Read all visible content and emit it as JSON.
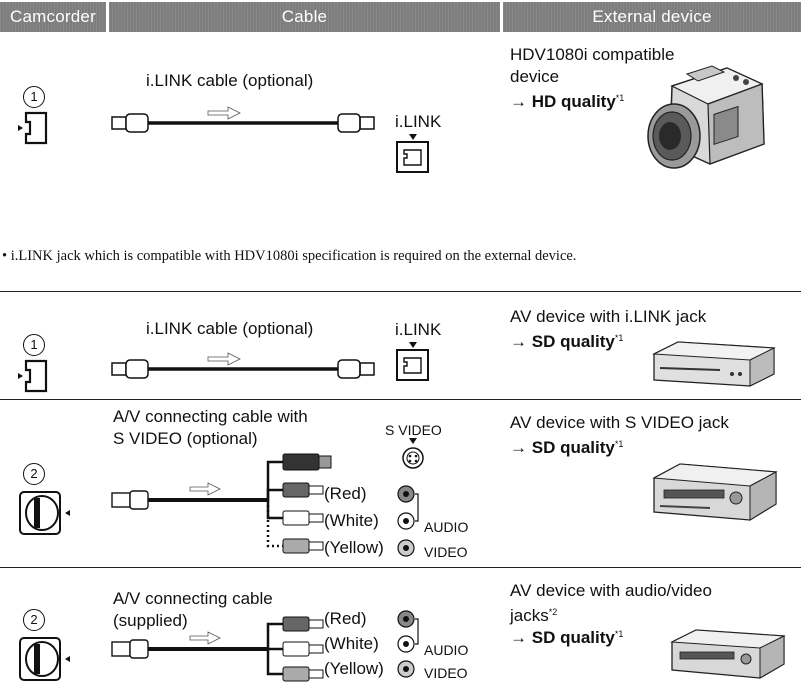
{
  "header": {
    "camcorder": "Camcorder",
    "cable": "Cable",
    "external_device": "External device"
  },
  "row1": {
    "marker": "1",
    "cable_label": "i.LINK cable (optional)",
    "jack_label": "i.LINK",
    "device_line1": "HDV1080i compatible",
    "device_line2": "device",
    "arrow": "→",
    "quality": "HD quality",
    "quality_note": "*1",
    "footnote": "• i.LINK jack which is compatible with HDV1080i specification is required on the external device."
  },
  "row2": {
    "marker": "1",
    "cable_label": "i.LINK cable (optional)",
    "jack_label": "i.LINK",
    "device_line1": "AV device with i.LINK jack",
    "arrow": "→",
    "quality": "SD quality",
    "quality_note": "*1"
  },
  "row3": {
    "marker": "2",
    "cable_line1": "A/V connecting cable with",
    "cable_line2": "S VIDEO (optional)",
    "svideo_label": "S VIDEO",
    "plug_red": "(Red)",
    "plug_white": "(White)",
    "plug_yellow": "(Yellow)",
    "audio_label": "AUDIO",
    "video_label": "VIDEO",
    "device_line1": "AV device with S VIDEO jack",
    "arrow": "→",
    "quality": "SD quality",
    "quality_note": "*1"
  },
  "row4": {
    "marker": "2",
    "cable_line1": "A/V connecting cable",
    "cable_line2": "(supplied)",
    "plug_red": "(Red)",
    "plug_white": "(White)",
    "plug_yellow": "(Yellow)",
    "audio_label": "AUDIO",
    "video_label": "VIDEO",
    "device_line1": "AV device with audio/video",
    "device_line2": "jacks",
    "device_line2_note": "*2",
    "arrow": "→",
    "quality": "SD quality",
    "quality_note": "*1"
  }
}
